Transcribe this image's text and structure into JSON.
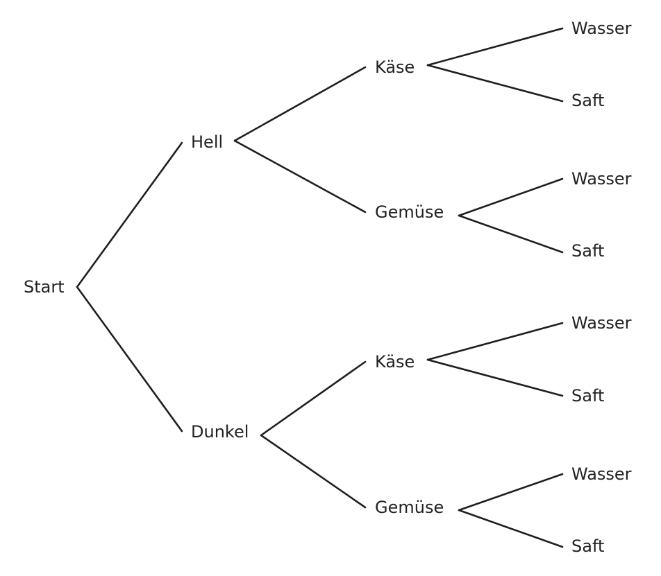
{
  "tree": {
    "label": "Start",
    "children": [
      {
        "label": "Hell",
        "children": [
          {
            "label": "Käse",
            "children": [
              {
                "label": "Wasser"
              },
              {
                "label": "Saft"
              }
            ]
          },
          {
            "label": "Gemüse",
            "children": [
              {
                "label": "Wasser"
              },
              {
                "label": "Saft"
              }
            ]
          }
        ]
      },
      {
        "label": "Dunkel",
        "children": [
          {
            "label": "Käse",
            "children": [
              {
                "label": "Wasser"
              },
              {
                "label": "Saft"
              }
            ]
          },
          {
            "label": "Gemüse",
            "children": [
              {
                "label": "Wasser"
              },
              {
                "label": "Saft"
              }
            ]
          }
        ]
      }
    ]
  }
}
